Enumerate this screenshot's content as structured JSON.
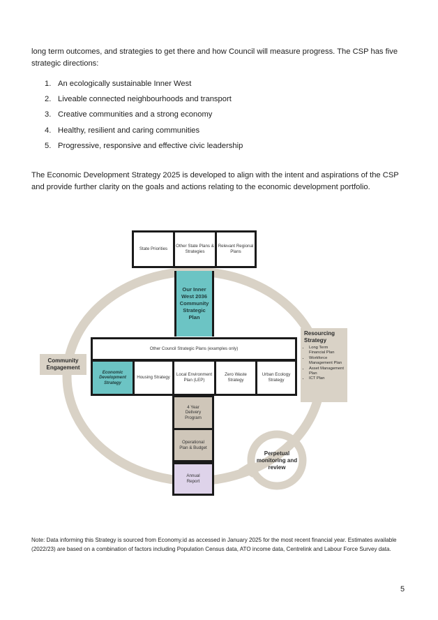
{
  "intro_text": "long term outcomes, and strategies to get there and how Council will measure progress. The CSP has five strategic directions:",
  "directions": [
    {
      "num": "1.",
      "text": "An ecologically sustainable Inner West"
    },
    {
      "num": "2.",
      "text": "Liveable connected neighbourhoods and transport"
    },
    {
      "num": "3.",
      "text": "Creative communities and a strong economy"
    },
    {
      "num": "4.",
      "text": "Healthy, resilient and caring communities"
    },
    {
      "num": "5.",
      "text": "Progressive, responsive and effective civic leadership"
    }
  ],
  "paragraph_2": "The Economic Development Strategy 2025 is developed to align with the intent and aspirations of the CSP and provide further clarity on the goals and actions relating to the economic development portfolio.",
  "diagram": {
    "top_boxes": [
      "State Priorities",
      "Other State Plans & Strategies",
      "Relevant Regional Plans"
    ],
    "csp": "Our Inner West 2036 Community Strategic Plan",
    "other_plans_header": "Other Council Strategic Plans (examples only)",
    "plan_boxes": [
      "Economic Development Strategy",
      "Housing Strategy",
      "Local Environment Plan (LEP)",
      "Zero Waste Strategy",
      "Urban Ecology Strategy"
    ],
    "delivery_program": "4 Year Delivery Program",
    "operational_plan": "Operational Plan & Budget",
    "annual_report": "Annual Report",
    "community_engagement": "Community Engagement",
    "resourcing_title": "Resourcing Strategy",
    "resourcing_items": [
      "Long Term Financial Plan",
      "Workforce Management Plan",
      "Asset Management Plan",
      "ICT Plan"
    ],
    "perpetual": "Perpetual monitoring and review",
    "colors": {
      "ring": "#d9d2c6",
      "teal": "#6cc4c4",
      "taupe": "#cfc6b9",
      "lilac": "#ded3ea",
      "border": "#1a1a1a"
    }
  },
  "note": "Note: Data informing this Strategy is sourced from Economy.id as accessed in January 2025 for the most recent financial year. Estimates available (2022/23) are based on a combination of factors including Population Census data, ATO income data, Centrelink and Labour Force Survey data.",
  "page_number": "5"
}
